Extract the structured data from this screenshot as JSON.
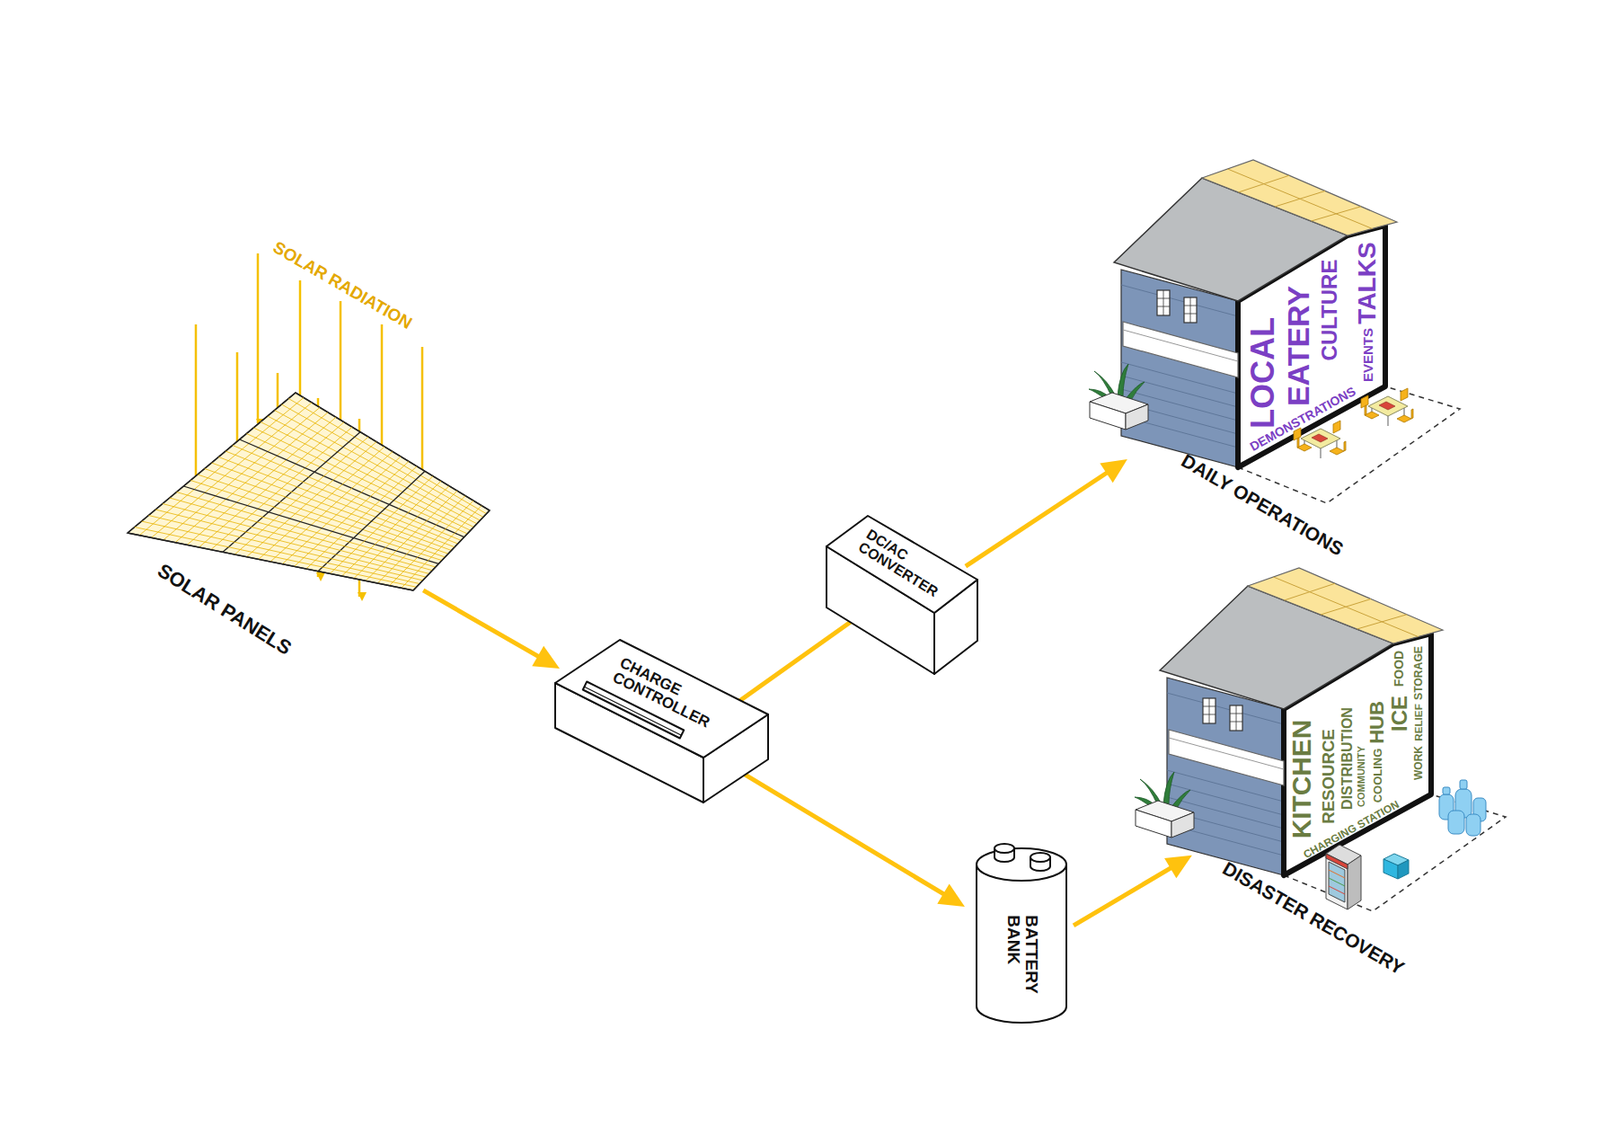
{
  "diagram": {
    "nodes": [
      {
        "text": [
          "SOLAR PANELS"
        ]
      },
      {
        "text": [
          "CHARGE CONTROLLER"
        ]
      },
      {
        "text": [
          "DC/AC CONVERTER"
        ]
      },
      {
        "text": [
          "BATTERY BANK"
        ]
      },
      {
        "text": [
          "DAILY OPERATIONS"
        ]
      },
      {
        "text": [
          "DISASTER RECOVERY"
        ]
      }
    ],
    "edges": [
      {
        "from": 0,
        "to": 1,
        "arrow": "to"
      },
      {
        "from": 1,
        "to": 2,
        "arrow": "to"
      },
      {
        "from": 1,
        "to": 3,
        "arrow": "to"
      },
      {
        "from": 2,
        "to": 4,
        "arrow": "to"
      },
      {
        "from": 3,
        "to": 5,
        "arrow": "to"
      }
    ],
    "labels": [
      "SOLAR RADIATION",
      "LOCAL",
      "EATERY",
      "CULTURE",
      "TALKS",
      "EVENTS",
      "DEMONSTRATIONS",
      "KITCHEN",
      "RESOURCE",
      "DISTRIBUTION",
      "COMMUNITY",
      "HUB",
      "COOLING",
      "FOOD",
      "ICE",
      "STORAGE",
      "RELIEF",
      "WORK",
      "CHARGING STATION"
    ]
  }
}
